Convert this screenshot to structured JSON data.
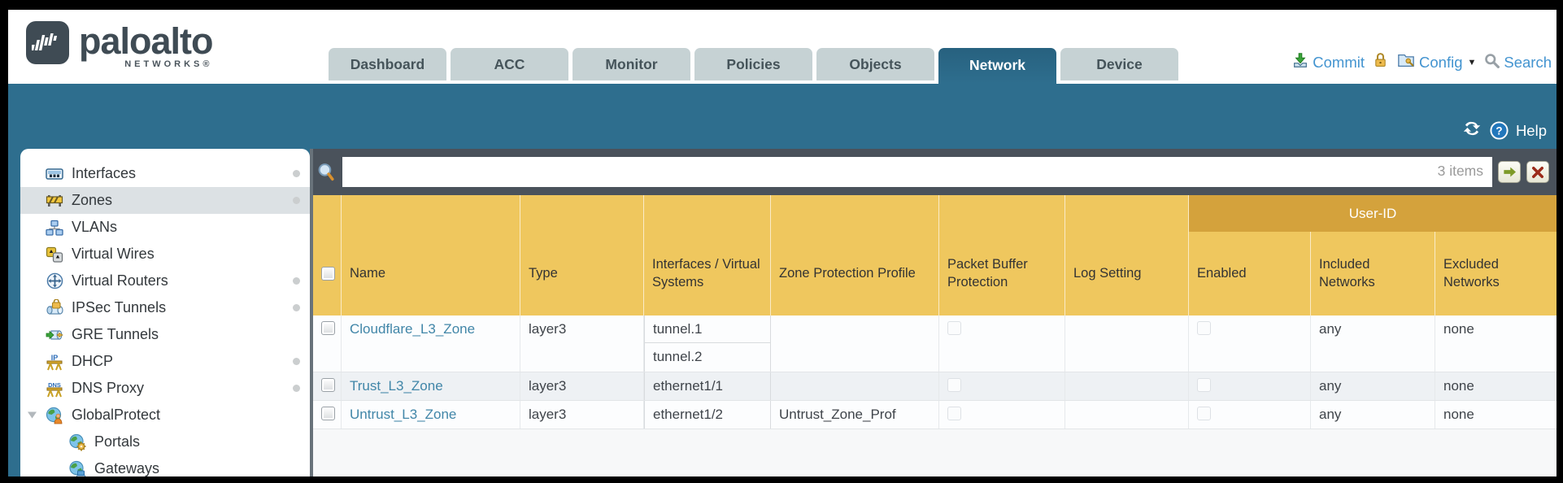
{
  "brand": {
    "logo_text": "paloalto",
    "logo_sub": "NETWORKS®"
  },
  "nav": {
    "tabs": [
      {
        "label": "Dashboard",
        "active": false
      },
      {
        "label": "ACC",
        "active": false
      },
      {
        "label": "Monitor",
        "active": false
      },
      {
        "label": "Policies",
        "active": false
      },
      {
        "label": "Objects",
        "active": false
      },
      {
        "label": "Network",
        "active": true
      },
      {
        "label": "Device",
        "active": false
      }
    ]
  },
  "header_actions": {
    "commit": "Commit",
    "config": "Config",
    "search": "Search"
  },
  "band": {
    "help": "Help"
  },
  "sidebar": {
    "items": [
      {
        "label": "Interfaces",
        "icon": "interfaces-icon",
        "dot": true
      },
      {
        "label": "Zones",
        "icon": "zones-icon",
        "dot": true,
        "selected": true
      },
      {
        "label": "VLANs",
        "icon": "vlans-icon"
      },
      {
        "label": "Virtual Wires",
        "icon": "virtual-wires-icon"
      },
      {
        "label": "Virtual Routers",
        "icon": "virtual-routers-icon",
        "dot": true
      },
      {
        "label": "IPSec Tunnels",
        "icon": "ipsec-tunnels-icon",
        "dot": true
      },
      {
        "label": "GRE Tunnels",
        "icon": "gre-tunnels-icon"
      },
      {
        "label": "DHCP",
        "icon": "dhcp-icon",
        "dot": true
      },
      {
        "label": "DNS Proxy",
        "icon": "dns-proxy-icon",
        "dot": true
      },
      {
        "label": "GlobalProtect",
        "icon": "globalprotect-icon",
        "expanded": true
      },
      {
        "label": "Portals",
        "icon": "portals-icon",
        "child": true
      },
      {
        "label": "Gateways",
        "icon": "gateways-icon",
        "child": true
      }
    ]
  },
  "toolbar": {
    "search_value": "",
    "items_count": "3 items"
  },
  "table": {
    "group_header": "User-ID",
    "columns": [
      "Name",
      "Type",
      "Interfaces / Virtual Systems",
      "Zone Protection Profile",
      "Packet Buffer Protection",
      "Log Setting",
      "Enabled",
      "Included Networks",
      "Excluded Networks"
    ],
    "rows": [
      {
        "name": "Cloudflare_L3_Zone",
        "type": "layer3",
        "interfaces": [
          "tunnel.1",
          "tunnel.2"
        ],
        "zone_protection_profile": "",
        "log_setting": "",
        "included_networks": "any",
        "excluded_networks": "none"
      },
      {
        "name": "Trust_L3_Zone",
        "type": "layer3",
        "interfaces": [
          "ethernet1/1"
        ],
        "zone_protection_profile": "",
        "log_setting": "",
        "included_networks": "any",
        "excluded_networks": "none"
      },
      {
        "name": "Untrust_L3_Zone",
        "type": "layer3",
        "interfaces": [
          "ethernet1/2"
        ],
        "zone_protection_profile": "Untrust_Zone_Prof",
        "log_setting": "",
        "included_networks": "any",
        "excluded_networks": "none"
      }
    ]
  },
  "colors": {
    "accent_teal": "#2e6e8e",
    "header_gold": "#efc75e",
    "user_id_band": "#d4a23c",
    "link_blue": "#4186a8",
    "action_blue": "#4394d0"
  }
}
